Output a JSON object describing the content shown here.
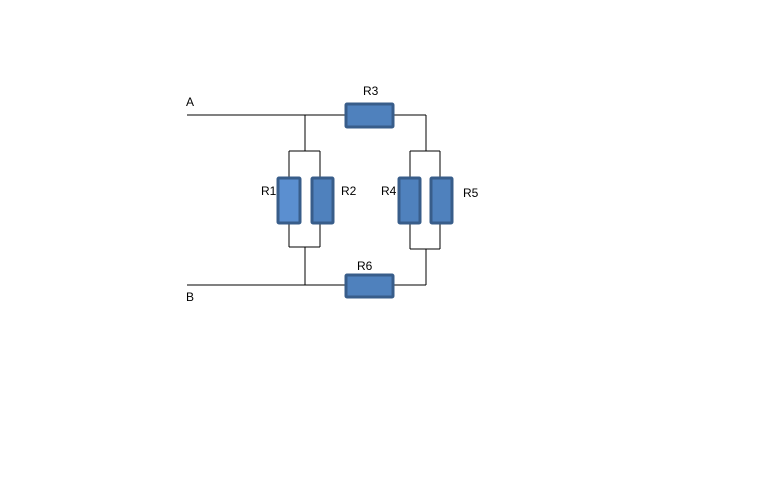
{
  "terminals": {
    "a": "A",
    "b": "B"
  },
  "resistors": {
    "r1": "R1",
    "r2": "R2",
    "r3": "R3",
    "r4": "R4",
    "r5": "R5",
    "r6": "R6"
  },
  "colors": {
    "resistor_fill": "#4f81bd",
    "resistor_fill_light": "#5b8fd0",
    "resistor_stroke": "#385d8a",
    "wire": "#000000"
  }
}
